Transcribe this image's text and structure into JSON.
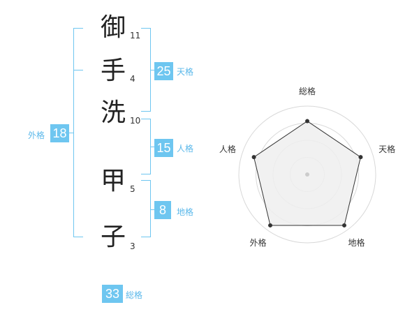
{
  "name": {
    "chars": [
      {
        "char": "御",
        "strokes": "11"
      },
      {
        "char": "手",
        "strokes": "4"
      },
      {
        "char": "洗",
        "strokes": "10"
      },
      {
        "char": "甲",
        "strokes": "5"
      },
      {
        "char": "子",
        "strokes": "3"
      }
    ]
  },
  "kakusu": {
    "tenkaku": {
      "value": "25",
      "label": "天格"
    },
    "jinkaku": {
      "value": "15",
      "label": "人格"
    },
    "chikaku": {
      "value": "8",
      "label": "地格"
    },
    "gaikaku": {
      "value": "18",
      "label": "外格"
    },
    "soukaku": {
      "value": "33",
      "label": "総格"
    }
  },
  "colors": {
    "accent": "#6ec6f0",
    "accent_text": "#5bb8ea",
    "radar_fill": "#eeeeee",
    "radar_line": "#333333"
  },
  "chart_data": {
    "type": "radar",
    "axes": [
      "総格",
      "天格",
      "地格",
      "外格",
      "人格"
    ],
    "values": [
      0.78,
      0.82,
      0.92,
      0.92,
      0.82
    ],
    "rlim": [
      0,
      1
    ],
    "rings": 4
  }
}
